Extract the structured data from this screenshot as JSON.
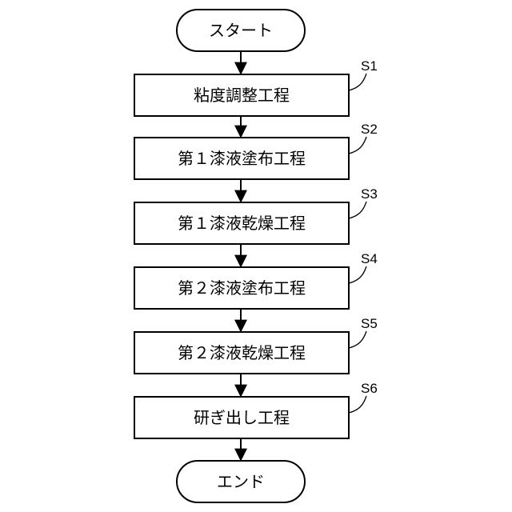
{
  "start": {
    "label": "スタート"
  },
  "steps": [
    {
      "id": "S1",
      "label": "粘度調整工程"
    },
    {
      "id": "S2",
      "label": "第１漆液塗布工程"
    },
    {
      "id": "S3",
      "label": "第１漆液乾燥工程"
    },
    {
      "id": "S4",
      "label": "第２漆液塗布工程"
    },
    {
      "id": "S5",
      "label": "第２漆液乾燥工程"
    },
    {
      "id": "S6",
      "label": "研ぎ出し工程"
    }
  ],
  "end": {
    "label": "エンド"
  }
}
